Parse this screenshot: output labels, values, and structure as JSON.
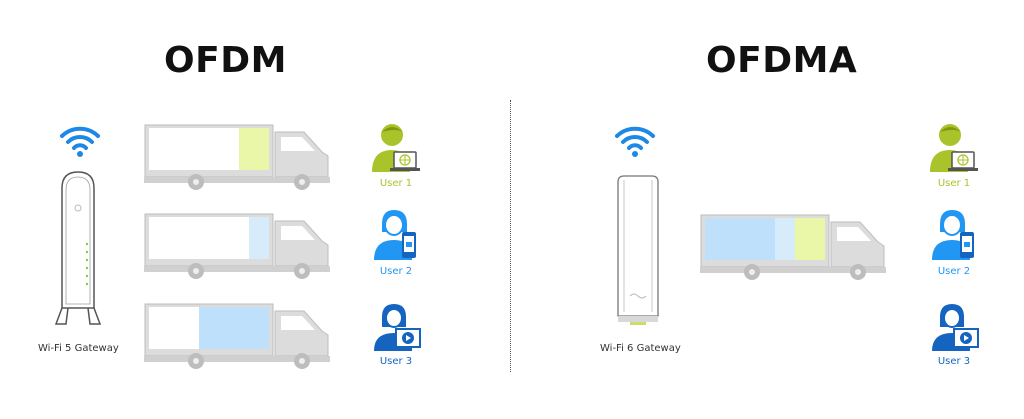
{
  "left": {
    "title": "OFDM",
    "gateway_label": "Wi-Fi 5 Gateway",
    "users": [
      {
        "label": "User 1",
        "color": "#a9c42b",
        "device": "laptop-icon"
      },
      {
        "label": "User 2",
        "color": "#2196f3",
        "device": "phone-icon"
      },
      {
        "label": "User 3",
        "color": "#1565c0",
        "device": "monitor-play-icon"
      }
    ]
  },
  "right": {
    "title": "OFDMA",
    "gateway_label": "Wi-Fi 6 Gateway",
    "users": [
      {
        "label": "User 1",
        "color": "#a9c42b",
        "device": "laptop-icon"
      },
      {
        "label": "User 2",
        "color": "#2196f3",
        "device": "phone-icon"
      },
      {
        "label": "User 3",
        "color": "#1565c0",
        "device": "monitor-play-icon"
      }
    ]
  },
  "colors": {
    "truck": "#dcdcdc",
    "truck_outline": "#bdbdbd",
    "cargo_green": "#eaf7a8",
    "cargo_lightblue": "#d6ecfb",
    "cargo_blue": "#bfe0fb",
    "wifi": "#1e88e5"
  }
}
